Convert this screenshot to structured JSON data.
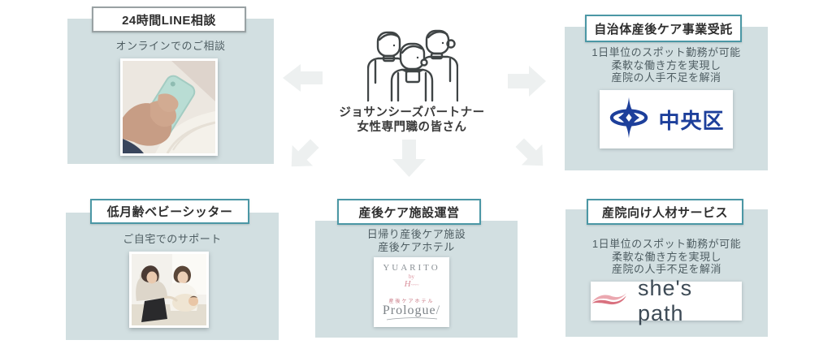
{
  "center": {
    "icon": "three-professionals-icon",
    "line1": "ジョサンシーズパートナー",
    "line2": "女性専門職の皆さん"
  },
  "sections": {
    "top_left": {
      "title": "24時間LINE相談",
      "subtitle": "オンラインでのご相談",
      "image": "hand-holding-phone-photo"
    },
    "top_right": {
      "title": "自治体産後ケア事業受託",
      "lines": [
        "1日単位のスポット勤務が可能",
        "柔軟な働き方を実現し",
        "産院の人手不足を解消"
      ],
      "logo_text": "中央区"
    },
    "bottom_left": {
      "title": "低月齢ベビーシッター",
      "subtitle": "ご自宅でのサポート",
      "image": "babysitter-home-visit-photo"
    },
    "bottom_center": {
      "title": "産後ケア施設運営",
      "lines": [
        "日帰り産後ケア施設",
        "産後ケアホテル"
      ],
      "logo": {
        "brand1": "YUARITO",
        "by": "by",
        "script_mark": "H",
        "hotel_label": "産後ケアホテル",
        "brand2": "Prologue"
      }
    },
    "bottom_right": {
      "title": "産院向け人材サービス",
      "lines": [
        "1日単位のスポット勤務が可能",
        "柔軟な働き方を実現し",
        "産院の人手不足を解消"
      ],
      "logo_text": "she's path"
    }
  },
  "colors": {
    "panel_bg": "#d2dfe1",
    "header_border_teal": "#4b97a5",
    "header_border_gray": "#99a1a3",
    "arrow_gray": "#edf0f0",
    "chuo_blue": "#1d3f9b",
    "shespath_text": "#3d4a55",
    "shespath_pink_dark": "#d9717f",
    "shespath_pink_light": "#eba8b0",
    "text_dark": "#2e2e2e",
    "text_gray": "#4e5d62"
  }
}
